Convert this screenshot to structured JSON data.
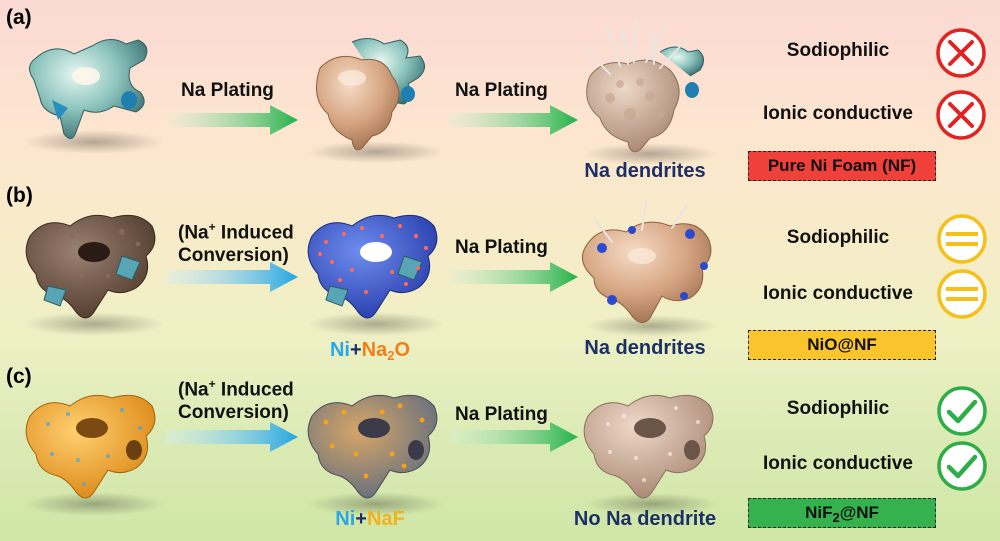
{
  "panels": [
    {
      "label": "(a)",
      "arrow1": "Na Plating",
      "arrow2": "Na Plating",
      "caption": "Na dendrites",
      "sodiophilic": "Sodiophilic",
      "ionic": "Ionic conductive",
      "status": "cross",
      "material": "Pure Ni Foam (NF)"
    },
    {
      "label": "(b)",
      "arrow1_l1": "(Na",
      "arrow1_sup": "+",
      "arrow1_l1b": " Induced",
      "arrow1_l2": "Conversion)",
      "arrow2": "Na Plating",
      "product_ni": "Ni",
      "product_plus": "+",
      "product_b": "Na",
      "product_b_sub": "2",
      "product_b_end": "O",
      "caption": "Na dendrites",
      "sodiophilic": "Sodiophilic",
      "ionic": "Ionic conductive",
      "status": "partial",
      "material": "NiO@NF"
    },
    {
      "label": "(c)",
      "arrow1_l1": "(Na",
      "arrow1_sup": "+",
      "arrow1_l1b": " Induced",
      "arrow1_l2": "Conversion)",
      "arrow2": "Na Plating",
      "product_ni": "Ni",
      "product_plus": "+",
      "product_b": "NaF",
      "caption": "No Na dendrite",
      "sodiophilic": "Sodiophilic",
      "ionic": "Ionic conductive",
      "status": "check",
      "material_a": "NiF",
      "material_sub": "2",
      "material_b": "@NF"
    }
  ],
  "colors": {
    "cross": "#e02424",
    "partial": "#f5c01a",
    "check": "#2fae48",
    "box_a": "#f0403a",
    "box_b": "#f9c42c",
    "box_c": "#35b24e",
    "ni_foam": "#8fc6c0",
    "na_metal": "#d8a886",
    "nio": "#6b5446",
    "na2o": "#3e61d6",
    "nif2": "#f3a21e"
  }
}
